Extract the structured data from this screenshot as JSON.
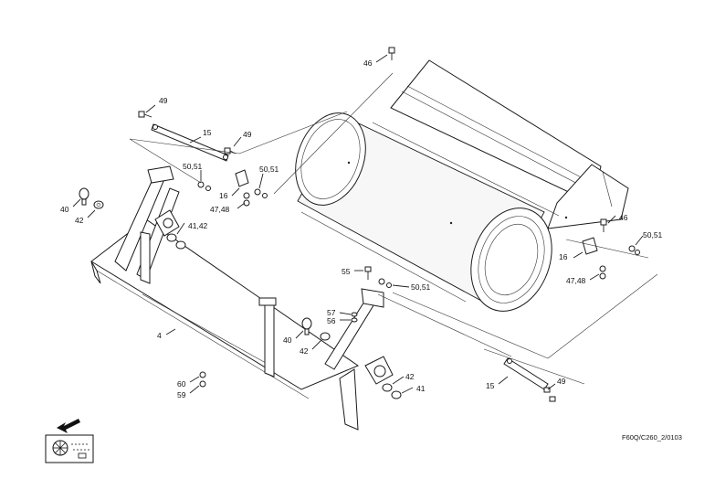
{
  "drawing": {
    "reference": "F60Q/C260_2/0103"
  },
  "callouts": [
    {
      "id": "c49a",
      "text": "49"
    },
    {
      "id": "c15a",
      "text": "15"
    },
    {
      "id": "c49b",
      "text": "49"
    },
    {
      "id": "c5051a",
      "text": "50,51"
    },
    {
      "id": "c5051b",
      "text": "50,51"
    },
    {
      "id": "c16a",
      "text": "16"
    },
    {
      "id": "c4748a",
      "text": "47,48"
    },
    {
      "id": "c40a",
      "text": "40"
    },
    {
      "id": "c42a",
      "text": "42"
    },
    {
      "id": "c4142",
      "text": "41,42"
    },
    {
      "id": "c46a",
      "text": "46"
    },
    {
      "id": "c46b",
      "text": "46"
    },
    {
      "id": "c5051c",
      "text": "50,51"
    },
    {
      "id": "c16b",
      "text": "16"
    },
    {
      "id": "c4748b",
      "text": "47,48"
    },
    {
      "id": "c55",
      "text": "55"
    },
    {
      "id": "c5051d",
      "text": "50,51"
    },
    {
      "id": "c57",
      "text": "57"
    },
    {
      "id": "c56",
      "text": "56"
    },
    {
      "id": "c40b",
      "text": "40"
    },
    {
      "id": "c42b",
      "text": "42"
    },
    {
      "id": "c4",
      "text": "4"
    },
    {
      "id": "c60",
      "text": "60"
    },
    {
      "id": "c59",
      "text": "59"
    },
    {
      "id": "c42c",
      "text": "42"
    },
    {
      "id": "c41",
      "text": "41"
    },
    {
      "id": "c15b",
      "text": "15"
    },
    {
      "id": "c49c",
      "text": "49"
    }
  ]
}
